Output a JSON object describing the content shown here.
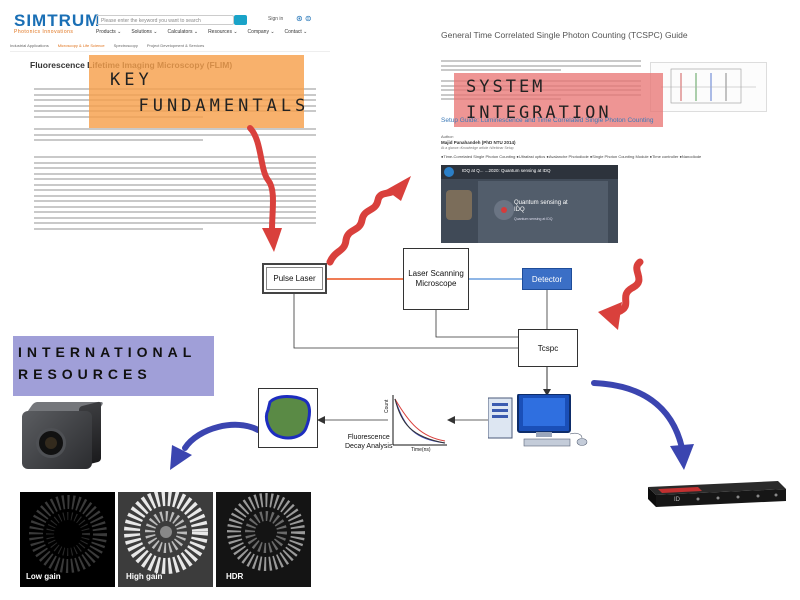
{
  "sections": {
    "key_fundamentals": "KEY\n  FUNDAMENTALS",
    "system_integration": "SYSTEM\nINTEGRATION",
    "international_resources": "INTERNATIONAL\nRESOURCES"
  },
  "left_page": {
    "logo": "SIMTRUM",
    "logo_tagline": "Photonics Innovations",
    "search_placeholder": "Please enter the keyword you want to search",
    "signin": "Sign in",
    "nav": [
      "Products ⌄",
      "Solutions ⌄",
      "Calculators ⌄",
      "Resources ⌄",
      "Company ⌄",
      "Contact ⌄"
    ],
    "breadcrumbs": [
      "Industrial Applications",
      "Microscopy & Life Science",
      "Spectroscopy",
      "Project Development & Services"
    ],
    "title": "Fluorescence Lifetime Imaging Microscopy (FLIM)"
  },
  "right_page": {
    "title": "General Time Correlated Single Photon Counting (TCSPC) Guide",
    "setup_title": "Setup Guide:  Luminescence and Time Correlated Single Photon Counting",
    "author_label": "Author:",
    "author_name": "Majid Panahandeh (PhD NTU 2014)",
    "author_extra": "At a glance  •Knowledge article  •Webinar Setup",
    "tags": "●Time-Correlated Single Photon Counting   ●Ultrafast optics   ●Avalanche Photodiode   ●Single Photon Counting Module   ●Time controller ●Nanodiode",
    "video_channel": "IDQ",
    "video_title": "IDQ at Q... ...2020: Quantum sensing at IDQ",
    "video_heading": "Quantum sensing at\nIDQ",
    "video_sub": "Quantum sensing at IDQ"
  },
  "diagram": {
    "pulse_laser": "Pulse Laser",
    "lsm": "Laser Scanning\nMicroscope",
    "detector": "Detector",
    "tcspc": "Tcspc",
    "decay_analysis": "Fluorescence\nDecay Analysis",
    "time_axis": "Time(ns)",
    "count_axis": "Count"
  },
  "gain_images": [
    "Low gain",
    "High gain",
    "HDR"
  ],
  "hardware_brand": "ID",
  "colors": {
    "orange": "#f7a04c",
    "red": "#e87170",
    "purple": "#a09fd8",
    "arrow_red": "#d9403c",
    "arrow_blue": "#3b45b0",
    "laser_line": "#ef7c55",
    "detector_line": "#8fb6e6",
    "detector_fill": "#3b6fc6"
  }
}
